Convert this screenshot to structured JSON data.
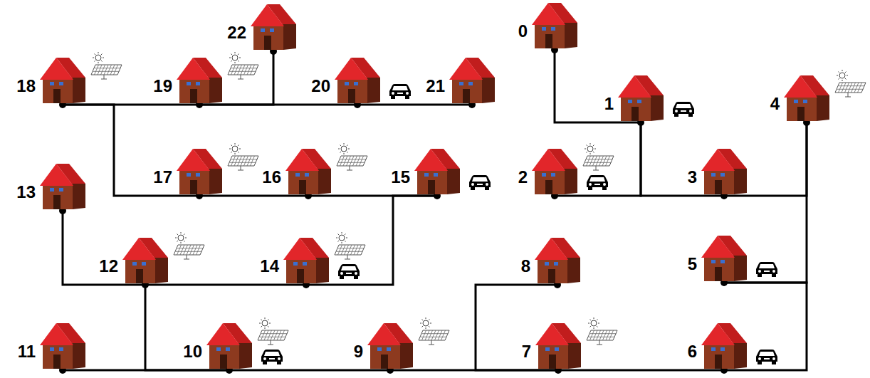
{
  "diagram": {
    "nodes": [
      {
        "text": [
          "0"
        ]
      },
      {
        "text": [
          "1"
        ]
      },
      {
        "text": [
          "2"
        ]
      },
      {
        "text": [
          "3"
        ]
      },
      {
        "text": [
          "4"
        ]
      },
      {
        "text": [
          "5"
        ]
      },
      {
        "text": [
          "6"
        ]
      },
      {
        "text": [
          "7"
        ]
      },
      {
        "text": [
          "8"
        ]
      },
      {
        "text": [
          "9"
        ]
      },
      {
        "text": [
          "10"
        ]
      },
      {
        "text": [
          "11"
        ]
      },
      {
        "text": [
          "12"
        ]
      },
      {
        "text": [
          "13"
        ]
      },
      {
        "text": [
          "14"
        ]
      },
      {
        "text": [
          "15"
        ]
      },
      {
        "text": [
          "16"
        ]
      },
      {
        "text": [
          "17"
        ]
      },
      {
        "text": [
          "18"
        ]
      },
      {
        "text": [
          "19"
        ]
      },
      {
        "text": [
          "20"
        ]
      },
      {
        "text": [
          "21"
        ]
      },
      {
        "text": [
          "22"
        ]
      }
    ],
    "edges": [
      {
        "from": 0,
        "to": 1,
        "arrow": "none"
      },
      {
        "from": 1,
        "to": 2,
        "arrow": "none"
      },
      {
        "from": 1,
        "to": 3,
        "arrow": "none"
      },
      {
        "from": 3,
        "to": 4,
        "arrow": "none"
      },
      {
        "from": 4,
        "to": 5,
        "arrow": "none"
      },
      {
        "from": 5,
        "to": 6,
        "arrow": "none"
      },
      {
        "from": 6,
        "to": 7,
        "arrow": "none"
      },
      {
        "from": 7,
        "to": 8,
        "arrow": "none"
      },
      {
        "from": 7,
        "to": 9,
        "arrow": "none"
      },
      {
        "from": 9,
        "to": 10,
        "arrow": "none"
      },
      {
        "from": 10,
        "to": 12,
        "arrow": "none"
      },
      {
        "from": 10,
        "to": 11,
        "arrow": "none"
      },
      {
        "from": 12,
        "to": 13,
        "arrow": "none"
      },
      {
        "from": 12,
        "to": 14,
        "arrow": "none"
      },
      {
        "from": 14,
        "to": 15,
        "arrow": "none"
      },
      {
        "from": 15,
        "to": 16,
        "arrow": "none"
      },
      {
        "from": 16,
        "to": 17,
        "arrow": "none"
      },
      {
        "from": 17,
        "to": 18,
        "arrow": "none"
      },
      {
        "from": 18,
        "to": 19,
        "arrow": "none"
      },
      {
        "from": 19,
        "to": 22,
        "arrow": "none"
      },
      {
        "from": 19,
        "to": 20,
        "arrow": "none"
      },
      {
        "from": 20,
        "to": 21,
        "arrow": "none"
      }
    ]
  }
}
